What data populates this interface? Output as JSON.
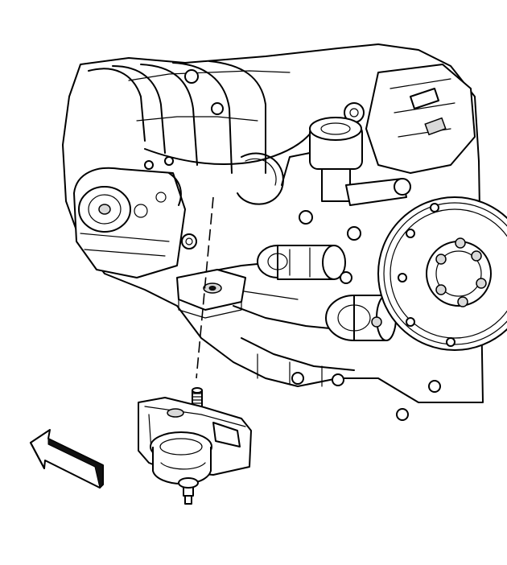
{
  "figure": {
    "background": "#ffffff",
    "line_color": "#000000",
    "shade_color": "#d9d9d9",
    "components": [
      {
        "name": "engine-assembly",
        "icon": "engine-icon"
      },
      {
        "name": "flywheel",
        "icon": "flywheel-icon"
      },
      {
        "name": "transmission-mount-bracket",
        "icon": "bracket-icon"
      },
      {
        "name": "mounting-stud",
        "icon": "stud-icon"
      },
      {
        "name": "engine-mount",
        "icon": "mount-icon"
      },
      {
        "name": "front-direction-arrow",
        "icon": "arrow-icon"
      }
    ]
  }
}
